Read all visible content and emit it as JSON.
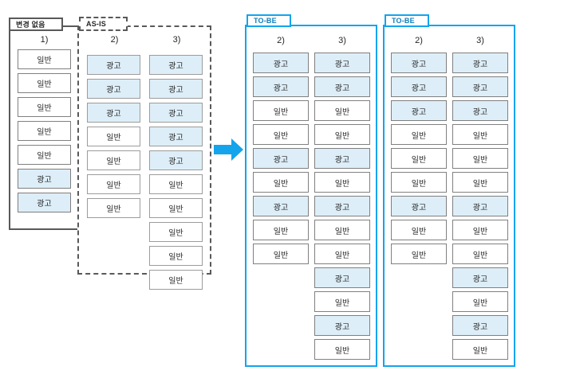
{
  "labels": {
    "ad": "광고",
    "normal": "일반"
  },
  "colors": {
    "accent": "#13a4ec",
    "ad_fill": "#ddeef8",
    "panel_gray": "#595959",
    "box_border": "#808080",
    "arrow": "#13a4ec"
  },
  "panels": [
    {
      "id": "no-change",
      "tab_label": "변경 없음",
      "tab_style": "solid",
      "columns": [
        {
          "header": "1)",
          "items": [
            "일반",
            "일반",
            "일반",
            "일반",
            "일반",
            "광고",
            "광고"
          ]
        }
      ]
    },
    {
      "id": "as-is",
      "tab_label": "AS-IS",
      "tab_style": "dashed",
      "columns": [
        {
          "header": "2)",
          "items": [
            "광고",
            "광고",
            "광고",
            "일반",
            "일반",
            "일반",
            "일반"
          ]
        },
        {
          "header": "3)",
          "items": [
            "광고",
            "광고",
            "광고",
            "광고",
            "광고",
            "일반",
            "일반",
            "일반",
            "일반",
            "일반"
          ]
        }
      ]
    },
    {
      "id": "to-be-1",
      "tab_label": "TO-BE",
      "tab_style": "blue",
      "columns": [
        {
          "header": "2)",
          "items": [
            "광고",
            "광고",
            "일반",
            "일반",
            "광고",
            "일반",
            "광고",
            "일반",
            "일반"
          ]
        },
        {
          "header": "3)",
          "items": [
            "광고",
            "광고",
            "일반",
            "일반",
            "광고",
            "일반",
            "광고",
            "일반",
            "일반",
            "광고",
            "일반",
            "광고",
            "일반"
          ]
        }
      ]
    },
    {
      "id": "to-be-2",
      "tab_label": "TO-BE",
      "tab_style": "blue",
      "columns": [
        {
          "header": "2)",
          "items": [
            "광고",
            "광고",
            "광고",
            "일반",
            "일반",
            "일반",
            "광고",
            "일반",
            "일반"
          ]
        },
        {
          "header": "3)",
          "items": [
            "광고",
            "광고",
            "광고",
            "일반",
            "일반",
            "일반",
            "광고",
            "일반",
            "일반",
            "광고",
            "일반",
            "광고",
            "일반"
          ]
        }
      ]
    }
  ],
  "arrow": {
    "name": "right-arrow",
    "direction": "right"
  }
}
